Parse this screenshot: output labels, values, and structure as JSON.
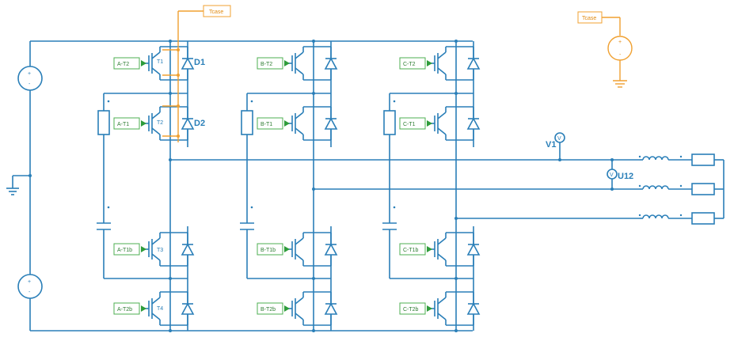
{
  "gates": {
    "a_t2": "A-T2",
    "a_t1": "A-T1",
    "a_t1b": "A-T1b",
    "a_t2b": "A-T2b",
    "b_t2": "B-T2",
    "b_t1": "B-T1",
    "b_t1b": "B-T1b",
    "b_t2b": "B-T2b",
    "c_t2": "C-T2",
    "c_t1": "C-T1",
    "c_t1b": "C-T1b",
    "c_t2b": "C-T2b"
  },
  "devices": {
    "t1": "T1",
    "t2": "T2",
    "t3": "T3",
    "t4": "T4",
    "d1": "D1",
    "d2": "D2"
  },
  "thermal": {
    "tcase_left": "Tcase",
    "tcase_right": "Tcase"
  },
  "meters": {
    "v1": "V1",
    "u12": "U12",
    "v_symbol": "V"
  },
  "sources": {
    "plus": "+",
    "minus": "-"
  },
  "colors": {
    "wire": "#2a7fb8",
    "thermal": "#f0a030",
    "gate_tag": "#4caf50"
  }
}
